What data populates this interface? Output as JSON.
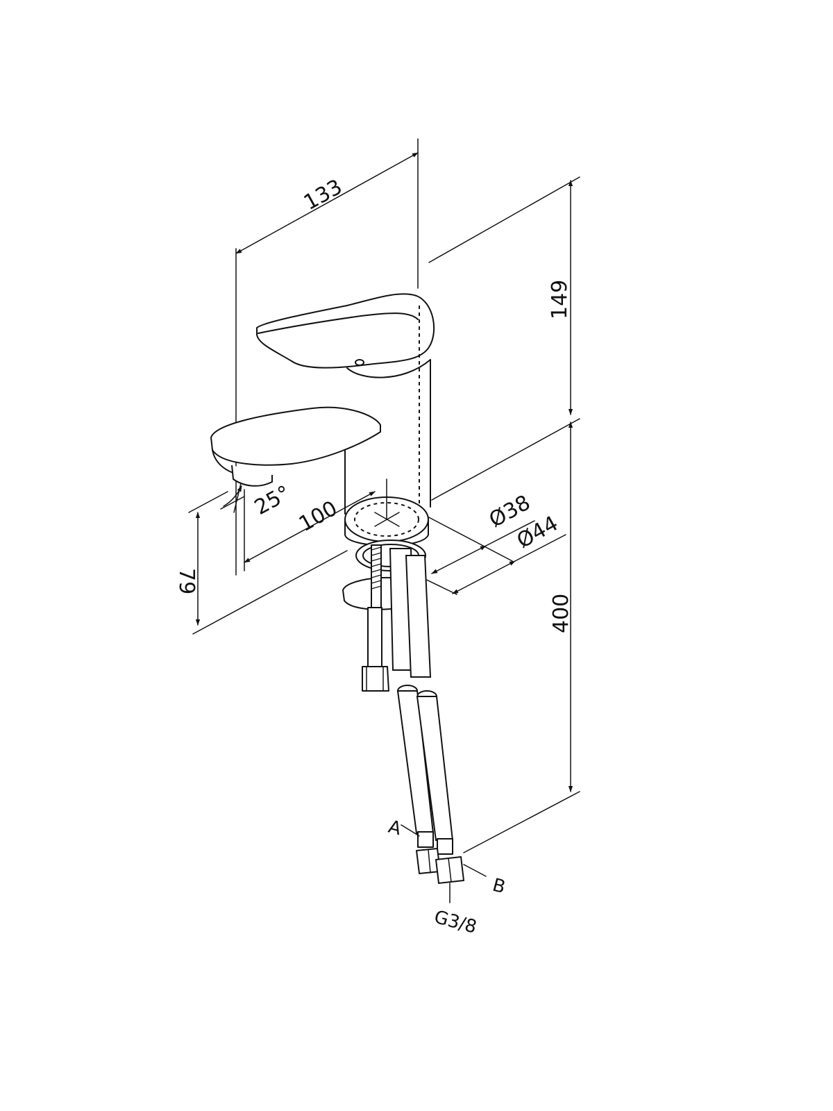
{
  "dimensions": {
    "spout_reach": "133",
    "upper_height": "149",
    "overall_height": "400",
    "spout_clearance": "100",
    "spout_height": "79",
    "angle": "25°",
    "inner_diameter": "Ø38",
    "outer_diameter": "Ø44"
  },
  "connections": {
    "hose_a_label": "A",
    "hose_b_label": "B",
    "thread_label": "G3/8"
  },
  "colors": {
    "line": "#111111",
    "background": "#ffffff"
  }
}
